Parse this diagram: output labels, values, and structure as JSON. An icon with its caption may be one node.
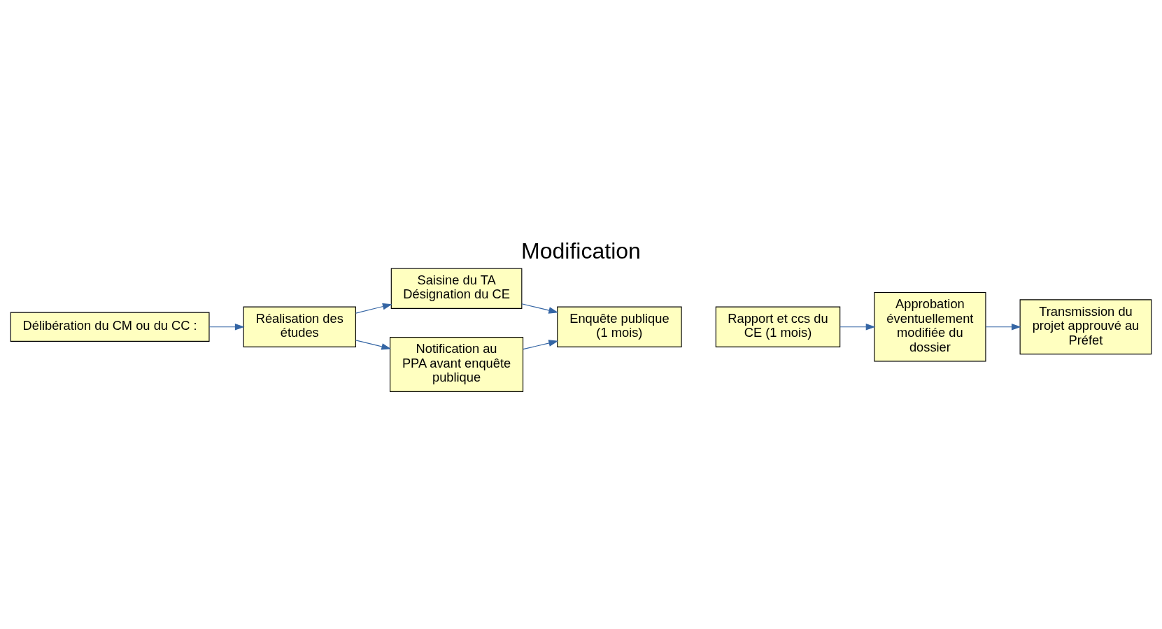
{
  "diagram": {
    "title": "Modification",
    "nodes": [
      {
        "text": [
          "Délibération du CM ou du CC :"
        ]
      },
      {
        "text": [
          "Réalisation des études"
        ]
      },
      {
        "text": [
          "Saisine du TA Désignation du CE"
        ]
      },
      {
        "text": [
          "Notification au PPA avant enquête publique"
        ]
      },
      {
        "text": [
          "Enquête publique (1 mois)"
        ]
      },
      {
        "text": [
          "Rapport et ccs du CE (1 mois)"
        ]
      },
      {
        "text": [
          "Approbation éventuellement modifiée du dossier"
        ]
      },
      {
        "text": [
          "Transmission du projet approuvé au Préfet"
        ]
      }
    ],
    "edges": [
      {
        "from": 0,
        "to": 1,
        "arrow": "to"
      },
      {
        "from": 1,
        "to": 2,
        "arrow": "to"
      },
      {
        "from": 1,
        "to": 3,
        "arrow": "to"
      },
      {
        "from": 2,
        "to": 4,
        "arrow": "to"
      },
      {
        "from": 3,
        "to": 4,
        "arrow": "to"
      },
      {
        "from": 5,
        "to": 6,
        "arrow": "to"
      },
      {
        "from": 6,
        "to": 7,
        "arrow": "to"
      }
    ]
  }
}
